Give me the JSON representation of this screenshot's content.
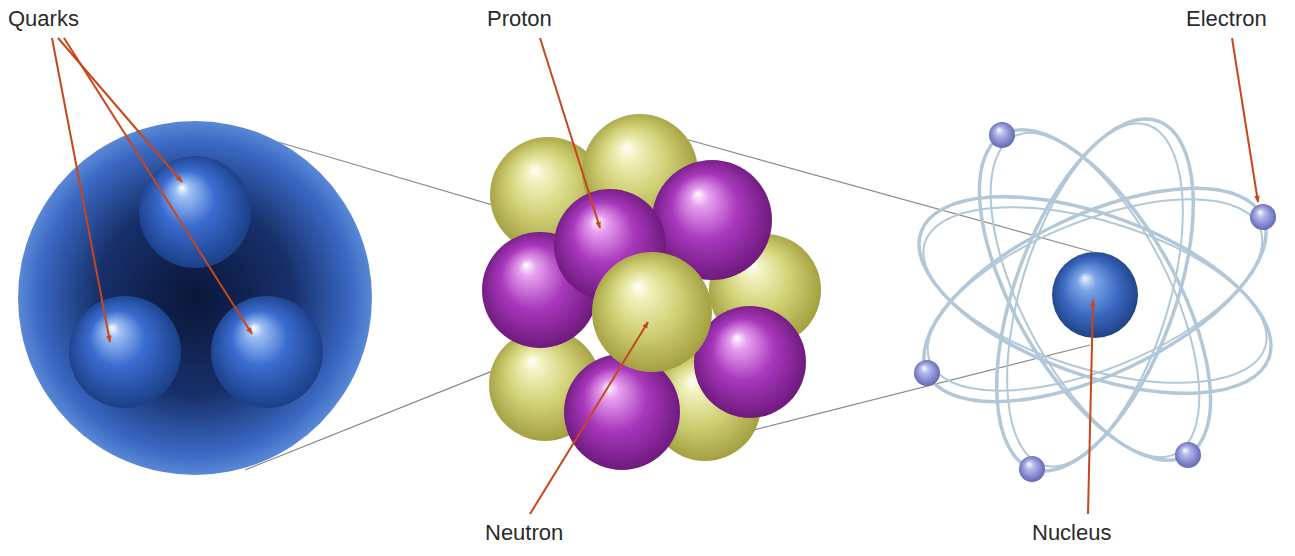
{
  "diagram": {
    "labels": [
      "Quarks",
      "Proton",
      "Electron",
      "Neutron",
      "Nucleus"
    ]
  }
}
